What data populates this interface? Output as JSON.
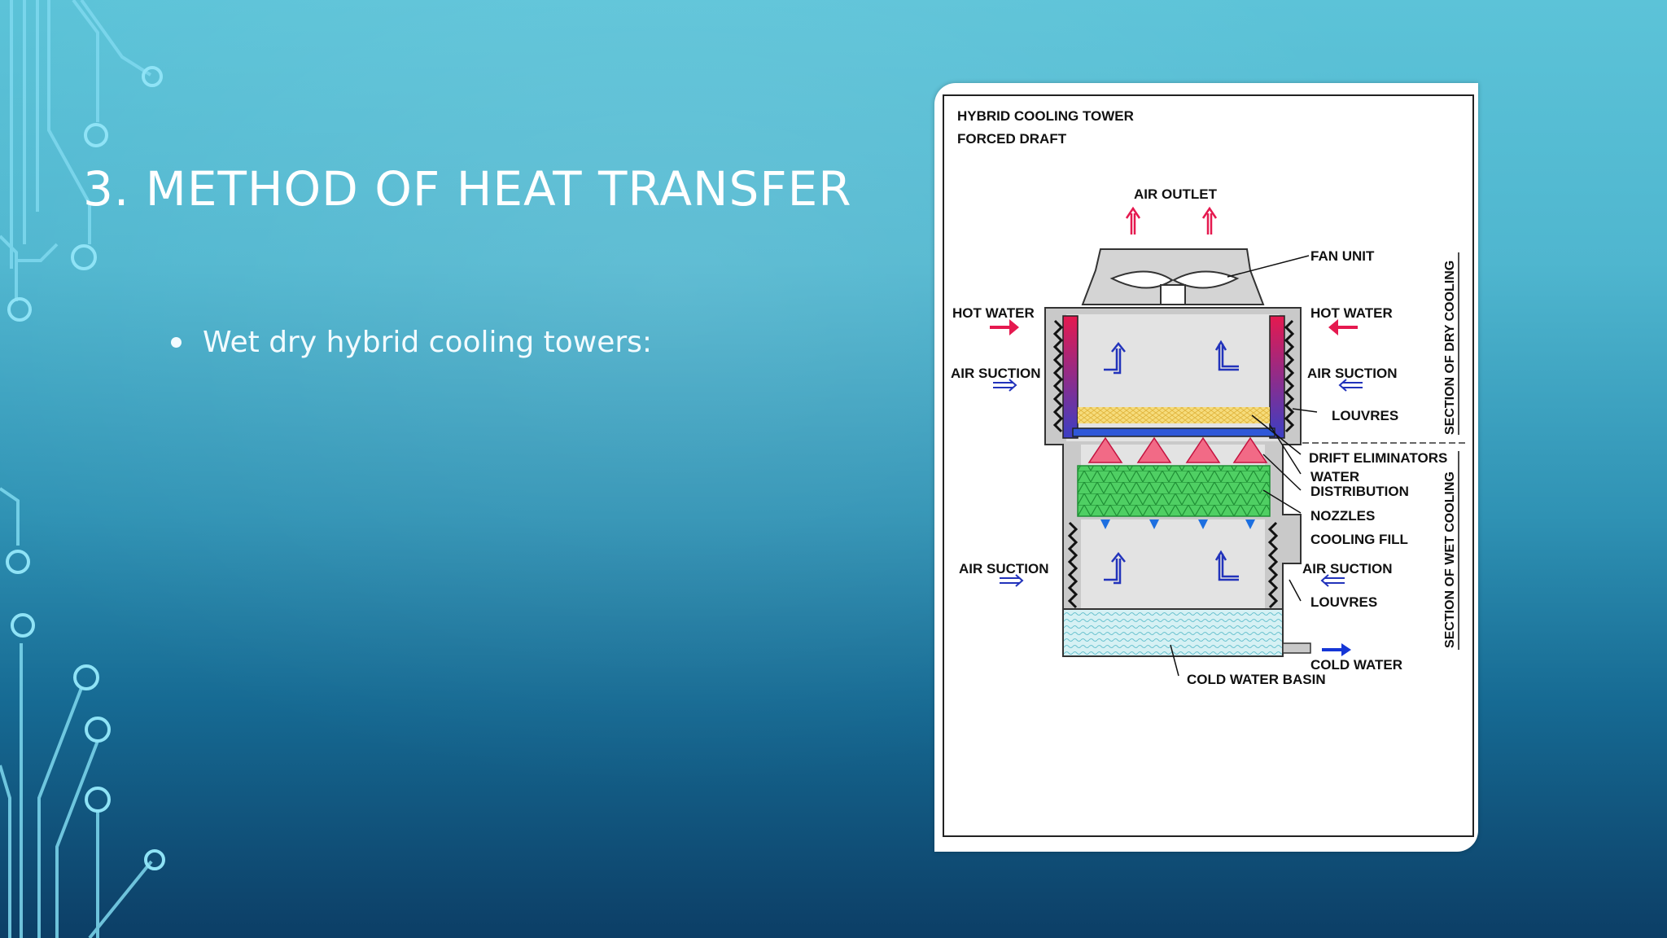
{
  "slide": {
    "title": "3. METHOD OF HEAT TRANSFER",
    "bullets": [
      "Wet dry hybrid cooling towers:"
    ]
  },
  "diagram": {
    "heading_line1": "HYBRID COOLING TOWER",
    "heading_line2": "FORCED DRAFT",
    "air_outlet": "AIR OUTLET",
    "fan_unit": "FAN UNIT",
    "hot_water_left": "HOT WATER",
    "hot_water_right": "HOT WATER",
    "air_suction_upper_left": "AIR SUCTION",
    "air_suction_upper_right": "AIR SUCTION",
    "louvres_upper": "LOUVRES",
    "drift_eliminators": "DRIFT ELIMINATORS",
    "water_line1": "WATER",
    "water_line2": "DISTRIBUTION",
    "nozzles": "NOZZLES",
    "cooling_fill": "COOLING FILL",
    "air_suction_lower_left": "AIR SUCTION",
    "air_suction_lower_right": "AIR SUCTION",
    "louvres_lower": "LOUVRES",
    "cold_water": "COLD WATER",
    "cold_water_basin": "COLD WATER BASIN",
    "section_dry": "SECTION OF DRY COOLING",
    "section_wet": "SECTION OF WET COOLING"
  },
  "colors": {
    "hot": "#e5194f",
    "cold": "#1536d6",
    "air": "#2233bb",
    "fill": "#42c85a",
    "drift": "#f3d46a",
    "basin": "#cfeef2"
  }
}
